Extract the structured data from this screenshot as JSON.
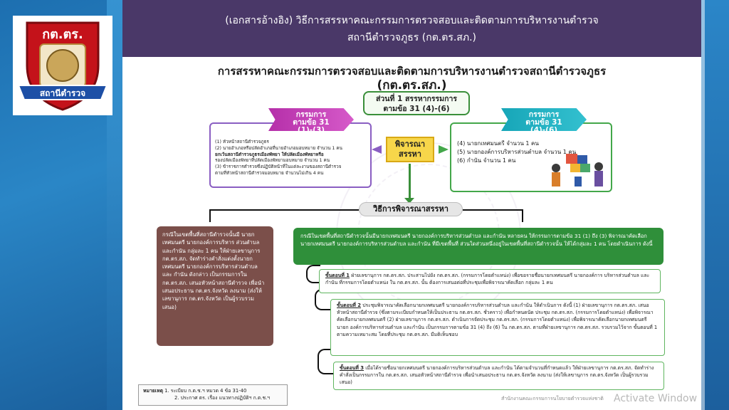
{
  "logo": {
    "text": "กต.ตร.",
    "banner": "สถานีตำรวจ"
  },
  "header": {
    "line1": "(เอกสารอ้างอิง)  วิธีการสรรหาคณะกรรมการตรวจสอบและติดตามการบริหารงานตำรวจ",
    "line2": "สถานีตำรวจภูธร (กต.ตร.สภ.)"
  },
  "title": {
    "main": "การสรรหาคณะกรรมการตรวจสอบและติดตามการบริหารงานตำรวจสถานีตำรวจภูธร",
    "sub": "(กต.ตร.สภ.)"
  },
  "part": {
    "line1": "ส่วนที่ 1 สรรหากรรมการ",
    "line2": "ตามข้อ 31 (4)-(6)"
  },
  "left_banner": {
    "line1": "กรรมการ",
    "line2": "ตามข้อ 31",
    "line3": "(1)-(3)"
  },
  "right_banner": {
    "line1": "กรรมการ",
    "line2": "ตามข้อ 31",
    "line3": "(4)-(6)"
  },
  "left_items": [
    "(1) หัวหน้าสถานีตำรวจภูธร",
    "(2) นายอำเภอหรือปลัดอำเภอที่นายอำเภอมอบหมาย จำนวน 1 คน",
    "ยกเว้นสถานีตำรวจภูธรเมืองพัทยา ให้ปลัดเมืองพัทยาหรือ",
    "รองปลัดเมืองพัทยาที่ปลัดเมืองพัทยามอบหมาย จำนวน 1 คน",
    "(3) ข้าราชการตำรวจซึ่งปฏิบัติหน้าที่ในแต่ละงานของสถานีตำรวจ",
    "ตามที่หัวหน้าสถานีตำรวจมอบหมาย จำนวนไม่เกิน 4 คน"
  ],
  "right_items": [
    "(4) นายกเทศมนตรี จำนวน 1 คน",
    "(5) นายกองค์การบริหารส่วนตำบล จำนวน 1 คน",
    "(6) กำนัน จำนวน 1 คน"
  ],
  "consider": {
    "line1": "พิจารณา",
    "line2": "สรรหา"
  },
  "method": "วิธีการพิจารณาสรรหา",
  "brown_box": "กรณีในเขตพื้นที่สถานีตำรวจนั้นมี นายกเทศมนตรี นายกองค์การบริหาร ส่วนตำบล และกำนัน กลุ่มละ 1 คน ให้ฝ่ายเลขานุการ กต.ตร.สภ. จัดทำร่างคำสั่งแต่งตั้งนายกเทศมนตรี นายกองค์การบริหารส่วนตำบล และ กำนัน ดังกล่าว เป็นกรรมการใน กต.ตร.สภ. เสนอหัวหน้าสถานีตำรวจ เพื่อนำเสนอประธาน กต.ตร.จังหวัด ลงนาม (ส่งให้เลขานุการ กต.ตร.จังหวัด เป็นผู้รวบรวมเสนอ)",
  "green_box": "กรณีในเขตพื้นที่สถานีตำรวจนั้นมีนายกเทศมนตรี นายกองค์การบริหารส่วนตำบล และกำนัน หลายคน ให้กรรมการตามข้อ 31 (1) ถึง (3) พิจารณาคัดเลือกนายกเทศมนตรี นายกองค์การบริหารส่วนตำบล และกำนัน ที่มีเขตพื้นที่ ส่วนใดส่วนหนึ่งอยู่ในเขตพื้นที่สถานีตำรวจนั้น ให้ได้กลุ่มละ 1 คน โดยดำเนินการ ดังนี้",
  "steps": {
    "s1_label": "ขั้นตอนที่ 1",
    "s1_text": "ฝ่ายเลขานุการ กต.ตร.สภ. ประสานไปยัง กต.ตร.สภ. (กรรมการโดยตำแหน่ง) เพื่อขอรายชื่อนายกเทศมนตรี นายกองค์การ บริหารส่วนตำบล และกำนัน ที่กรรมการโดยตำแหน่ง ใน กต.ตร.สภ. นั้น ต้องการเสนอต่อที่ประชุมเพื่อพิจารณาคัดเลือก กลุ่มละ 1 คน",
    "s2_label": "ขั้นตอนที่ 2",
    "s2_text": "ประชุมพิจารณาคัดเลือกนายกเทศมนตรี นายกองค์การบริหารส่วนตำบล และกำนัน ให้ดำเนินการ ดังนี้ (1) ฝ่ายเลขานุการ กต.ตร.สภ. เสนอหัวหน้าสถานีตำรวจ (ซึ่งตามระเบียบกำหนดให้เป็นประธาน กต.ตร.สภ. ชั่วคราว) เพื่อกำหนดนัด ประชุม กต.ตร.สภ. (กรรมการโดยตำแหน่ง) เพื่อพิจารณาคัดเลือกนายกเทศมนตรี (2) ฝ่ายเลขานุการ กต.ตร.สภ. ดำเนินการจัดประชุม กต.ตร.สภ. (กรรมการโดยตำแหน่ง) เพื่อพิจารณาคัดเลือกนายกเทศมนตรี นายก องค์การบริหารส่วนตำบล และกำนัน เป็นกรรมการตามข้อ 31 (4) ถึง (6) ใน กต.ตร.สภ. ตามที่ฝ่ายเลขานุการ กต.ตร.สภ. รวบรวมไว้จาก ขั้นตอนที่ 1 ตามความเหมาะสม โดยที่ประชุม กต.ตร.สภ. มีมติเห็นชอบ",
    "s3_label": "ขั้นตอนที่ 3",
    "s3_text": "เมื่อได้รายชื่อนายกเทศมนตรี นายกองค์การบริหารส่วนตำบล และกำนัน ได้ตามจำนวนที่กำหนดแล้ว ให้ฝ่ายเลขานุการ กต.ตร.สภ. จัดทำร่างคำสั่งเป็นกรรมการใน กต.ตร.สภ. เสนอหัวหน้าสถานีตำรวจ เพื่อนำเสนอประธาน กต.ตร.จังหวัด ลงนาม (ส่งให้เลขานุการ กต.ตร.จังหวัด เป็นผู้รวบรวมเสนอ)"
  },
  "note": {
    "label": "หมายเหตุ",
    "line1": "1. ระเบียบ ก.ต.ช.ฯ หมวด 4 ข้อ 31-40",
    "line2": "2. ประกาศ ตร. เรื่อง แนวทางปฏิบัติฯ ก.ต.ช.ฯ"
  },
  "footer": "สำนักงานคณะกรรมการนโยบายตำรวจแห่งชาติ",
  "watermark": "Activate Window",
  "colors": {
    "header": "#4a3868",
    "green": "#2f8f3a",
    "brown": "#7b4f4a",
    "purple": "#8a5ec2"
  }
}
